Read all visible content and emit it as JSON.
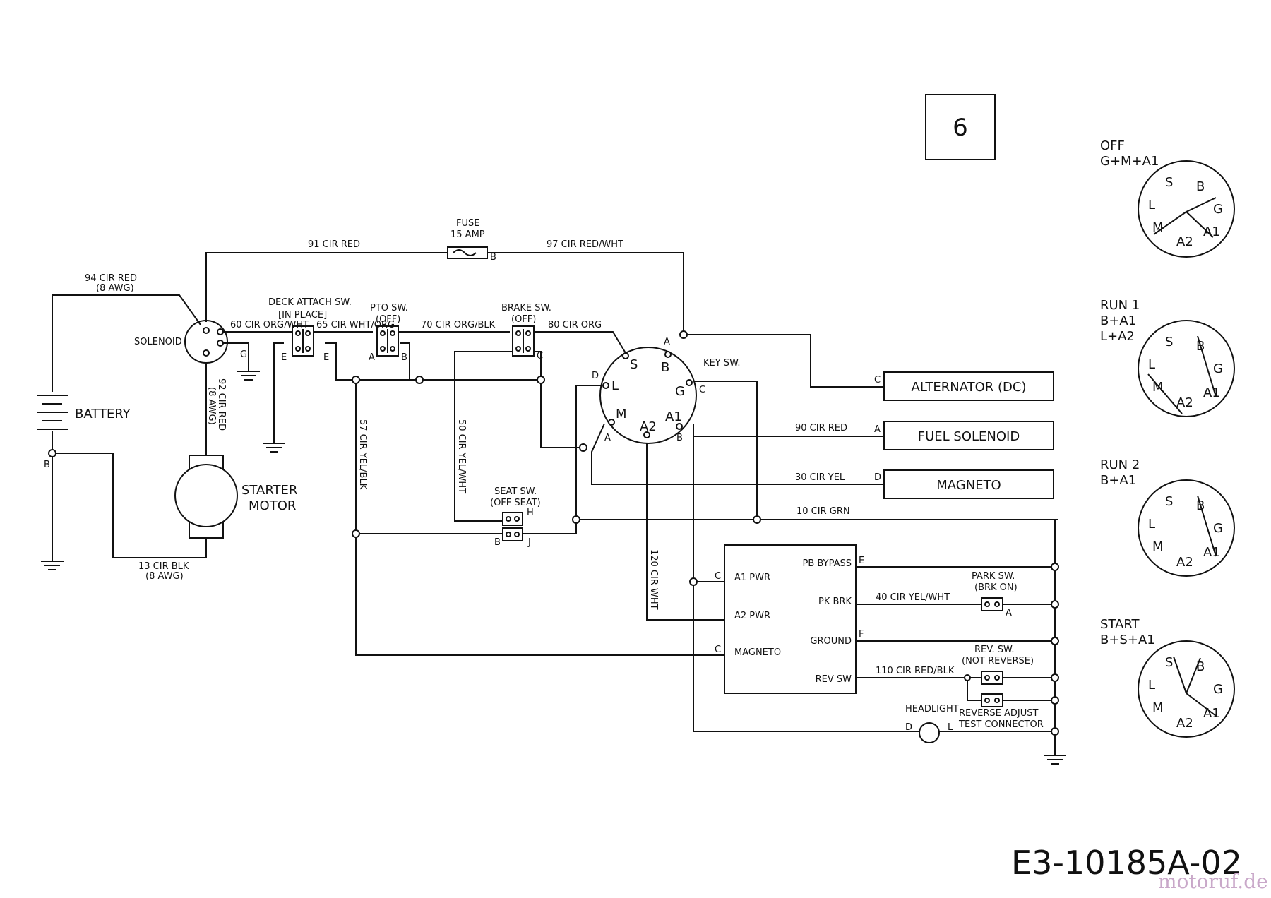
{
  "page_number": "6",
  "doc_code": "E3-10185A-02",
  "watermark": "motoruf.de",
  "components": {
    "fuse": [
      "FUSE",
      "15 AMP"
    ],
    "solenoid": "SOLENOID",
    "battery": "BATTERY",
    "starter": [
      "STARTER",
      "MOTOR"
    ],
    "deck_sw": [
      "DECK ATTACH SW.",
      "[IN PLACE]"
    ],
    "pto_sw": [
      "PTO SW.",
      "(OFF)"
    ],
    "brake_sw": [
      "BRAKE SW.",
      "(OFF)"
    ],
    "key_sw": "KEY SW.",
    "seat_sw": [
      "SEAT SW.",
      "(OFF SEAT)"
    ],
    "park_sw": [
      "PARK SW.",
      "(BRK ON)"
    ],
    "rev_sw": [
      "REV. SW.",
      "(NOT REVERSE)"
    ],
    "rev_adjust": [
      "REVERSE ADJUST",
      "TEST CONNECTOR"
    ],
    "headlight": "HEADLIGHT",
    "alternator": "ALTERNATOR (DC)",
    "fuel_solenoid": "FUEL SOLENOID",
    "magneto": "MAGNETO",
    "module_pins": [
      "PB BYPASS",
      "PK BRK",
      "GROUND",
      "REV SW",
      "A1 PWR",
      "A2 PWR",
      "MAGNETO"
    ]
  },
  "wires": {
    "w91": "91 CIR RED",
    "w97": "97 CIR RED/WHT",
    "w94": [
      "94 CIR RED",
      "(8 AWG)"
    ],
    "w60": "60 CIR ORG/WHT",
    "w65": "65 CIR WHT/ORG",
    "w70": "70 CIR ORG/BLK",
    "w80": "80 CIR ORG",
    "w92": [
      "92 CIR RED",
      "(8 AWG)"
    ],
    "w57": "57 CIR YEL/BLK",
    "w50": "50 CIR YEL/WHT",
    "w90": "90 CIR RED",
    "w30": "30 CIR YEL",
    "w10": "10 CIR GRN",
    "w120": "120 CIR WHT",
    "w13": [
      "13 CIR BLK",
      "(8 AWG)"
    ],
    "w40": "40 CIR YEL/WHT",
    "w110": "110 CIR RED/BLK"
  },
  "terminals": {
    "key": {
      "S": "S",
      "B": "B",
      "L": "L",
      "G": "G",
      "M": "M",
      "A2": "A2",
      "A1": "A1"
    },
    "letters": {
      "A": "A",
      "B": "B",
      "C": "C",
      "D": "D",
      "E": "E",
      "F": "F",
      "G": "G",
      "H": "H",
      "J": "J",
      "L": "L"
    }
  },
  "key_positions": [
    {
      "name": "OFF",
      "combo": [
        "G+M+A1"
      ]
    },
    {
      "name": "RUN 1",
      "combo": [
        "B+A1",
        "L+A2"
      ]
    },
    {
      "name": "RUN 2",
      "combo": [
        "B+A1"
      ]
    },
    {
      "name": "START",
      "combo": [
        "B+S+A1"
      ]
    }
  ]
}
